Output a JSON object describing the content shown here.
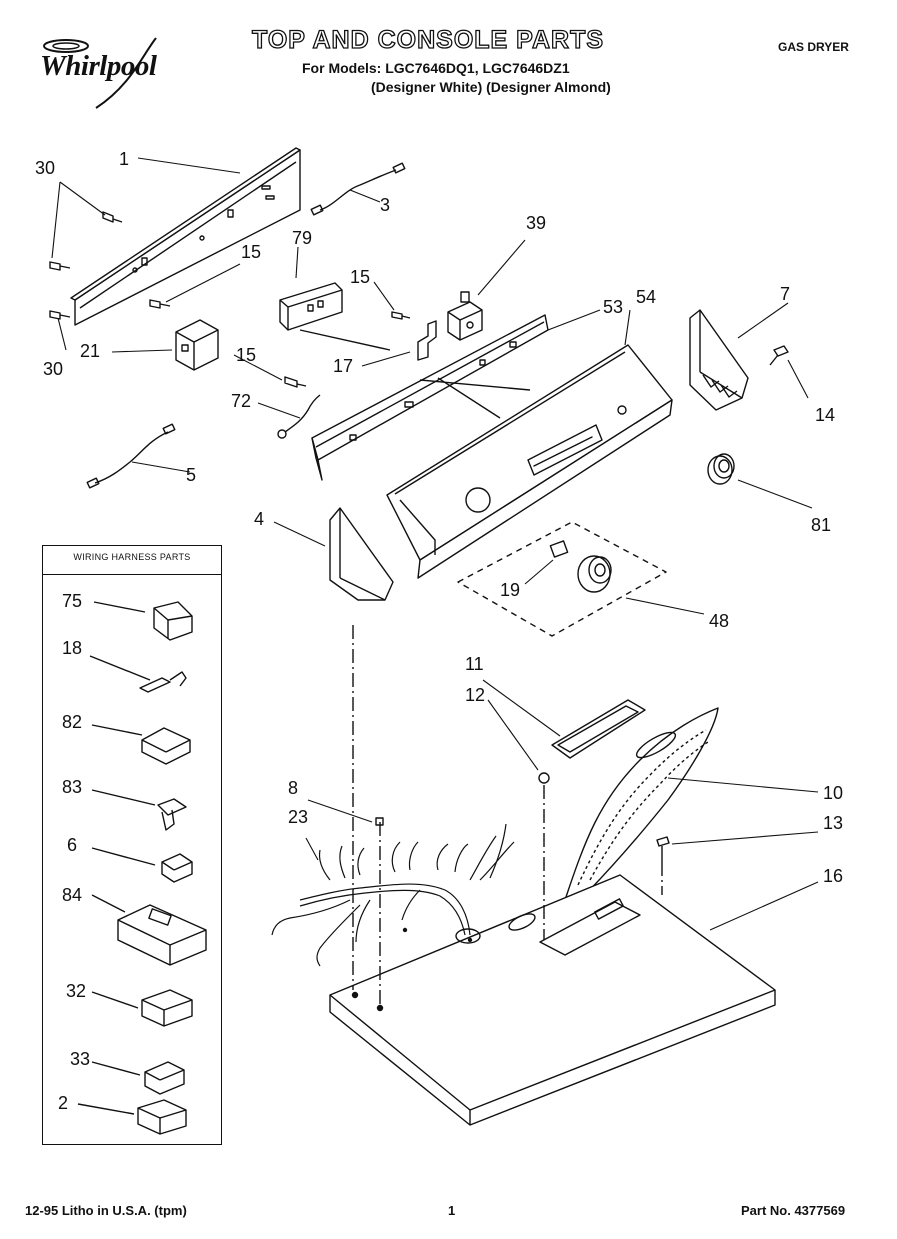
{
  "header": {
    "brand": "Whirlpool",
    "title": "TOP AND CONSOLE PARTS",
    "models_line": "For Models: LGC7646DQ1, LGC7646DZ1",
    "variants_line": "(Designer White) (Designer Almond)",
    "product_type": "GAS DRYER"
  },
  "harness_box": {
    "title": "WIRING HARNESS PARTS"
  },
  "callouts": {
    "c1": "1",
    "c2": "2",
    "c3": "3",
    "c4": "4",
    "c5": "5",
    "c6": "6",
    "c7": "7",
    "c8": "8",
    "c10": "10",
    "c11": "11",
    "c12": "12",
    "c13": "13",
    "c14": "14",
    "c15a": "15",
    "c15b": "15",
    "c15c": "15",
    "c16": "16",
    "c17": "17",
    "c18": "18",
    "c19": "19",
    "c21": "21",
    "c23": "23",
    "c30a": "30",
    "c30b": "30",
    "c32": "32",
    "c33": "33",
    "c39": "39",
    "c48": "48",
    "c53": "53",
    "c54": "54",
    "c72": "72",
    "c75": "75",
    "c79": "79",
    "c81": "81",
    "c82": "82",
    "c83": "83",
    "c84": "84"
  },
  "footer": {
    "print_info": "12-95 Litho in U.S.A. (tpm)",
    "page_number": "1",
    "part_number": "Part No. 4377569"
  }
}
